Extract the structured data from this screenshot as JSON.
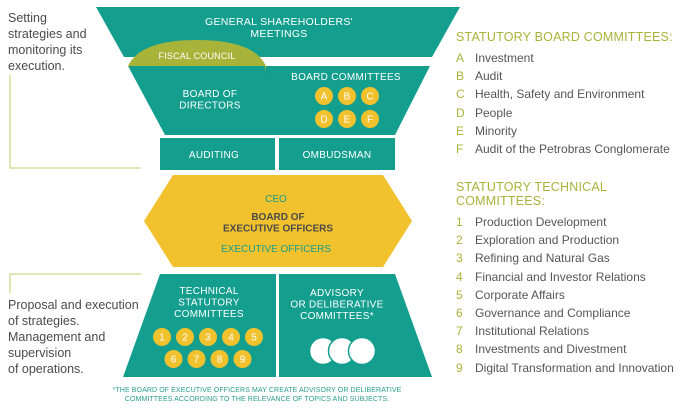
{
  "colors": {
    "teal": "#139e8e",
    "gold": "#f2c12e",
    "olive": "#a8b33a",
    "gray_text": "#4b4b4b",
    "line": "#c3cd6a"
  },
  "left_notes": {
    "top": "Setting\nstrategies and\nmonitoring its\nexecution.",
    "bottom": "Proposal and execution\n of strategies.\nManagement and\nsupervision\nof operations."
  },
  "diagram": {
    "shareholders": "GENERAL SHAREHOLDERS'\nMEETINGS",
    "fiscal_council": "FISCAL COUNCIL",
    "board_of_directors": "BOARD OF\nDIRECTORS",
    "board_committees": {
      "title": "BOARD COMMITTEES",
      "row1": [
        "A",
        "B",
        "C"
      ],
      "row2": [
        "D",
        "E",
        "F"
      ]
    },
    "auditing": "AUDITING",
    "ombudsman": "OMBUDSMAN",
    "ceo": "CEO",
    "executive_board": "BOARD OF\nEXECUTIVE OFFICERS",
    "executive_officers": "EXECUTIVE OFFICERS",
    "technical_committees": {
      "title": "TECHNICAL\nSTATUTORY\nCOMMITTEES",
      "row1": [
        "1",
        "2",
        "3",
        "4",
        "5"
      ],
      "row2": [
        "6",
        "7",
        "8",
        "9"
      ]
    },
    "advisory_committees": "ADVISORY\nOR DELIBERATIVE\nCOMMITTEES*"
  },
  "footnote": "*THE BOARD OF EXECUTIVE OFFICERS MAY CREATE ADVISORY OR DELIBERATIVE\nCOMMITTEES ACCORDING TO THE RELEVANCE OF TOPICS AND SUBJECTS.",
  "board_legend": {
    "title": "STATUTORY BOARD COMMITTEES:",
    "items": [
      {
        "key": "A",
        "label": "Investment"
      },
      {
        "key": "B",
        "label": "Audit"
      },
      {
        "key": "C",
        "label": "Health, Safety and Environment"
      },
      {
        "key": "D",
        "label": "People"
      },
      {
        "key": "E",
        "label": "Minority"
      },
      {
        "key": "F",
        "label": "Audit of the Petrobras Conglomerate"
      }
    ]
  },
  "technical_legend": {
    "title": "STATUTORY TECHNICAL COMMITTEES:",
    "items": [
      {
        "key": "1",
        "label": "Production Development"
      },
      {
        "key": "2",
        "label": "Exploration and Production"
      },
      {
        "key": "3",
        "label": "Refining and Natural Gas"
      },
      {
        "key": "4",
        "label": "Financial and Investor Relations"
      },
      {
        "key": "5",
        "label": "Corporate Affairs"
      },
      {
        "key": "6",
        "label": "Governance and Compliance"
      },
      {
        "key": "7",
        "label": "Institutional Relations"
      },
      {
        "key": "8",
        "label": "Investments and Divestment"
      },
      {
        "key": "9",
        "label": "Digital Transformation and Innovation"
      }
    ]
  }
}
